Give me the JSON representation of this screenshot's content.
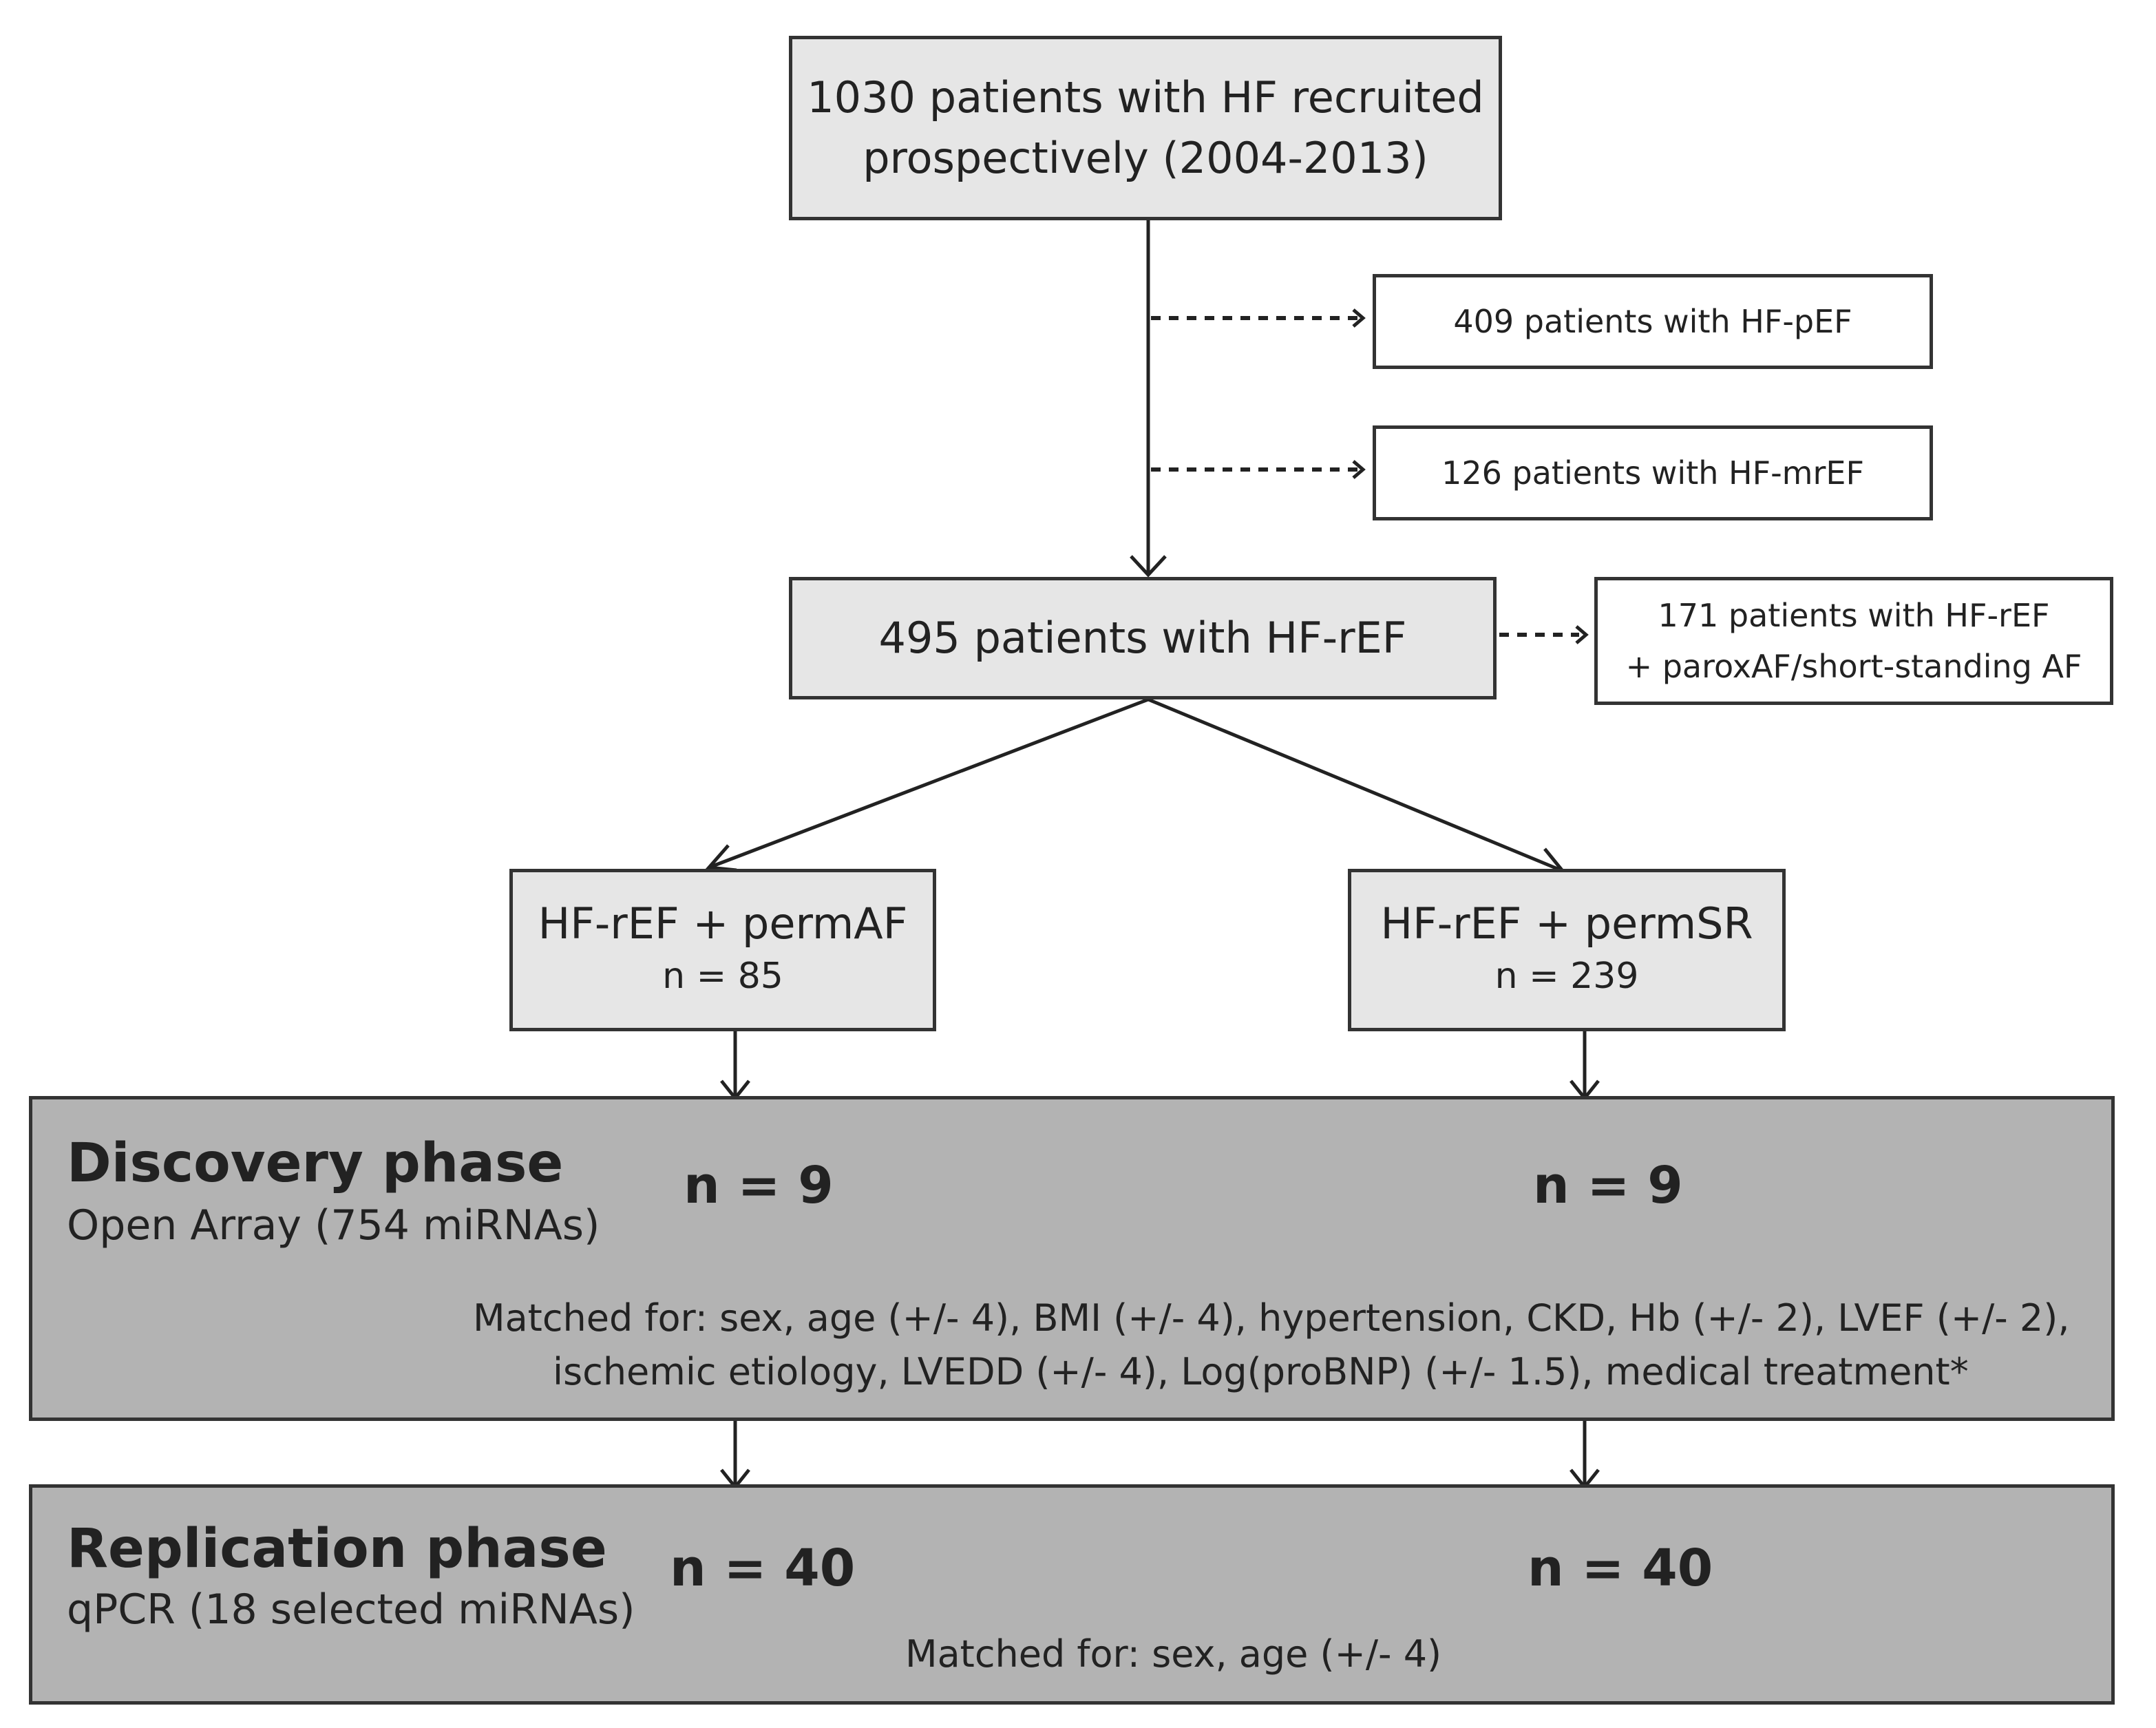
{
  "boxes": {
    "recruited": {
      "line1": "1030 patients with HF recruited",
      "line2": "prospectively (2004-2013)"
    },
    "hf_pef": "409 patients with HF-pEF",
    "hf_mref": "126 patients with HF-mrEF",
    "hf_ref": "495 patients with HF-rEF",
    "parox": {
      "line1": "171 patients with HF-rEF",
      "line2": "+ paroxAF/short-standing AF"
    },
    "perm_af": {
      "label": "HF-rEF + permAF",
      "n": "n = 85"
    },
    "perm_sr": {
      "label": "HF-rEF + permSR",
      "n": "n = 239"
    }
  },
  "discovery": {
    "title": "Discovery phase",
    "subtitle": "Open Array (754 miRNAs)",
    "n_af": "n = 9",
    "n_sr": "n = 9",
    "matched_line1": "Matched for: sex, age (+/- 4), BMI (+/- 4), hypertension, CKD, Hb (+/- 2), LVEF (+/- 2),",
    "matched_line2": "ischemic etiology, LVEDD (+/- 4), Log(proBNP) (+/- 1.5), medical treatment*"
  },
  "replication": {
    "title": "Replication phase",
    "subtitle": "qPCR (18 selected miRNAs)",
    "n_af": "n = 40",
    "n_sr": "n = 40",
    "matched": "Matched for: sex, age (+/- 4)"
  }
}
